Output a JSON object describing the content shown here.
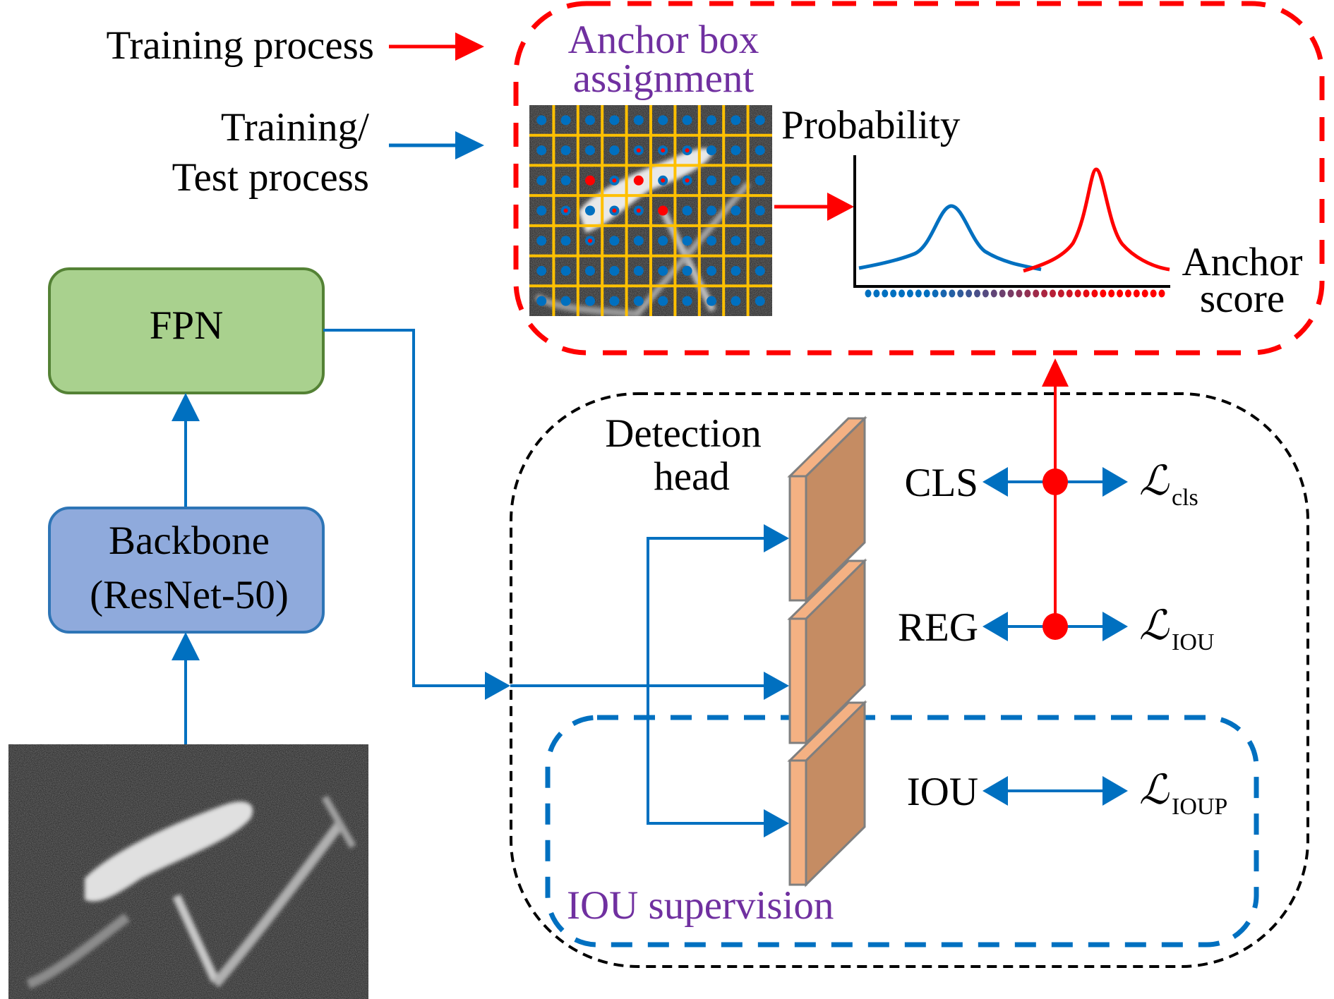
{
  "legend": {
    "training_label": "Training process",
    "training_test_label_line1": "Training/",
    "training_test_label_line2": "Test process"
  },
  "anchor_assignment": {
    "title_line1": "Anchor box",
    "title_line2": "assignment",
    "grid_cols": 10,
    "grid_rows": 7,
    "positive_cells": [
      [
        3,
        5
      ],
      [
        2,
        4
      ],
      [
        2,
        2
      ]
    ],
    "mixed_cells": [
      [
        1,
        4
      ],
      [
        1,
        5
      ],
      [
        1,
        6
      ],
      [
        2,
        2
      ],
      [
        2,
        3
      ],
      [
        2,
        5
      ],
      [
        2,
        6
      ],
      [
        3,
        1
      ],
      [
        3,
        3
      ],
      [
        3,
        4
      ],
      [
        4,
        2
      ]
    ],
    "plot_ylabel": "Probability",
    "plot_xlabel_line1": "Anchor",
    "plot_xlabel_line2": "score",
    "score_dot_count": 36
  },
  "pipeline": {
    "fpn_label": "FPN",
    "backbone_line1": "Backbone",
    "backbone_line2": "(ResNet-50)"
  },
  "detection_head": {
    "title_line1": "Detection",
    "title_line2": "head",
    "outputs": [
      {
        "name": "CLS",
        "loss_symbol": "ℒ",
        "loss_sub": "cls"
      },
      {
        "name": "REG",
        "loss_symbol": "ℒ",
        "loss_sub": "IOU"
      },
      {
        "name": "IOU",
        "loss_symbol": "ℒ",
        "loss_sub": "IOUP"
      }
    ],
    "iou_supervision_label": "IOU supervision"
  },
  "colors": {
    "training_red": "#ff0000",
    "test_blue": "#0070c0",
    "purple_text": "#7030a0",
    "fpn_fill": "#a9d18e",
    "fpn_border": "#548235",
    "backbone_fill": "#8faadc",
    "backbone_border": "#2e75b6",
    "grid_line": "#ffc000",
    "block_front": "#f4b183",
    "block_side": "#c58c63",
    "block_stroke": "#7f7f7f"
  }
}
